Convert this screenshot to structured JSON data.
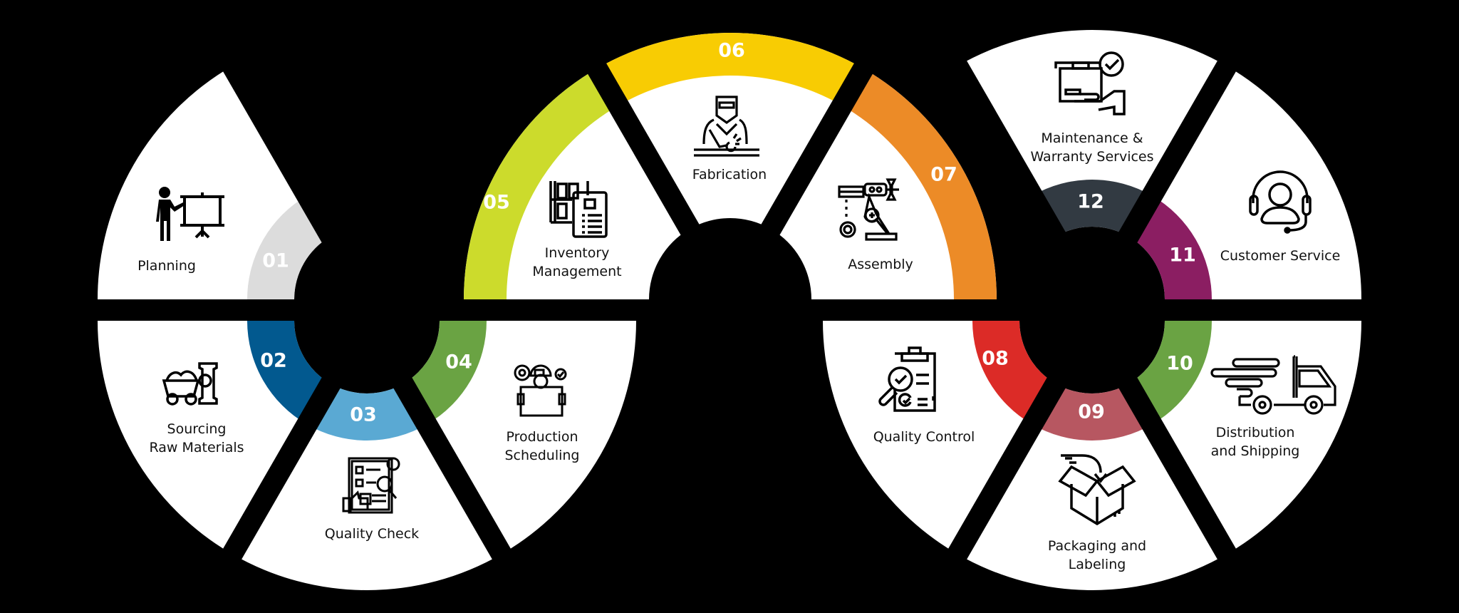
{
  "diagram": {
    "type": "process-cycle",
    "title": "",
    "steps": [
      {
        "number": "01",
        "label": "Planning",
        "color": "#dcdcdc",
        "icon": "presentation-icon"
      },
      {
        "number": "02",
        "label": "Sourcing\nRaw Materials",
        "color": "#02598f",
        "icon": "mining-cart-icon"
      },
      {
        "number": "03",
        "label": "Quality Check",
        "color": "#5aa9d3",
        "icon": "quality-checklist-icon"
      },
      {
        "number": "04",
        "label": "Production\nScheduling",
        "color": "#6aa343",
        "icon": "worker-planning-icon"
      },
      {
        "number": "05",
        "label": "Inventory\nManagement",
        "color": "#ccdb2c",
        "icon": "warehouse-inventory-icon"
      },
      {
        "number": "06",
        "label": "Fabrication",
        "color": "#f8cc03",
        "icon": "welder-icon"
      },
      {
        "number": "07",
        "label": "Assembly",
        "color": "#ec8b27",
        "icon": "robot-arm-icon"
      },
      {
        "number": "08",
        "label": "Quality Control",
        "color": "#dc2b27",
        "icon": "clipboard-magnifier-icon"
      },
      {
        "number": "09",
        "label": "Packaging and\nLabeling",
        "color": "#b75761",
        "icon": "open-box-icon"
      },
      {
        "number": "10",
        "label": "Distribution\nand Shipping",
        "color": "#6aa343",
        "icon": "delivery-truck-icon"
      },
      {
        "number": "11",
        "label": "Customer Service",
        "color": "#8b1e62",
        "icon": "headset-agent-icon"
      },
      {
        "number": "12",
        "label": "Maintenance &\nWarranty Services",
        "color": "#323a42",
        "icon": "warranty-box-icon"
      }
    ]
  }
}
